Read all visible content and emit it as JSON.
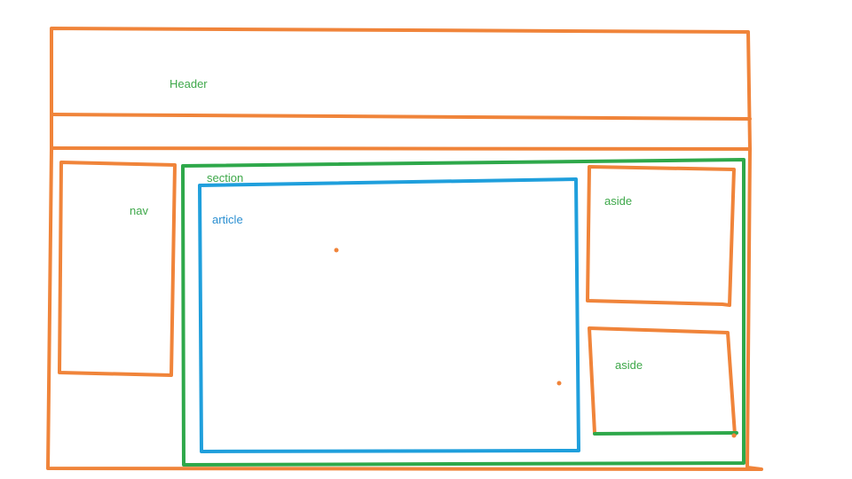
{
  "colors": {
    "orange": "#f0843a",
    "green": "#2ea84a",
    "blue": "#1f9fdc",
    "label_green": "#3ea84a",
    "label_blue": "#2b8fd1",
    "background": "#ffffff"
  },
  "labels": {
    "header": "Header",
    "nav": "nav",
    "section": "section",
    "article": "article",
    "aside_top": "aside",
    "aside_bottom": "aside"
  }
}
